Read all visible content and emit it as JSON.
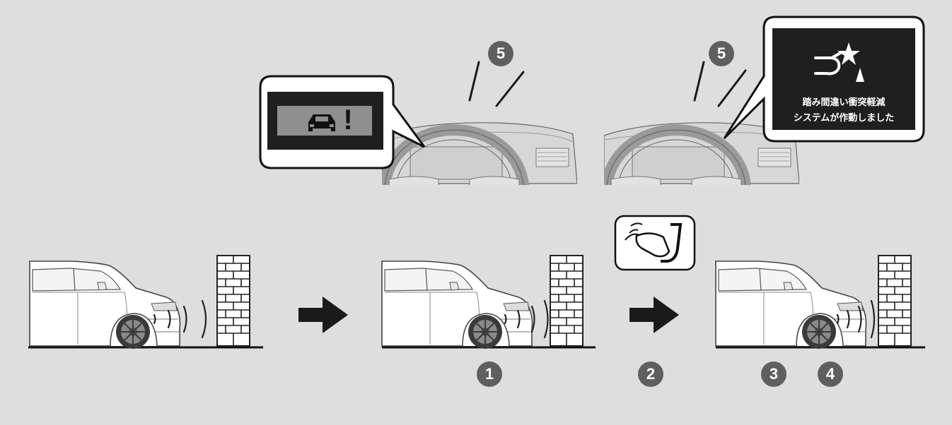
{
  "scene": {
    "background_color": "#dedede",
    "badge_color": "#5f5f5f",
    "panel_bg": "#1f1f1f"
  },
  "steps": [
    {
      "id": "step-1",
      "label": "1"
    },
    {
      "id": "step-2",
      "label": "2"
    },
    {
      "id": "step-3",
      "label": "3"
    },
    {
      "id": "step-4",
      "label": "4"
    }
  ],
  "badge5_label": "5",
  "warning_panel": {
    "icon": "car-warning-icon",
    "glyph": "!"
  },
  "message_panel": {
    "icon": "pedal-collision-icon",
    "line1": "踏み間違い衝突軽減",
    "line2": "システムが作動しました"
  },
  "pedal_callout_icon": "foot-on-accelerator-icon",
  "arrows": [
    "right-arrow-icon",
    "right-arrow-icon"
  ]
}
